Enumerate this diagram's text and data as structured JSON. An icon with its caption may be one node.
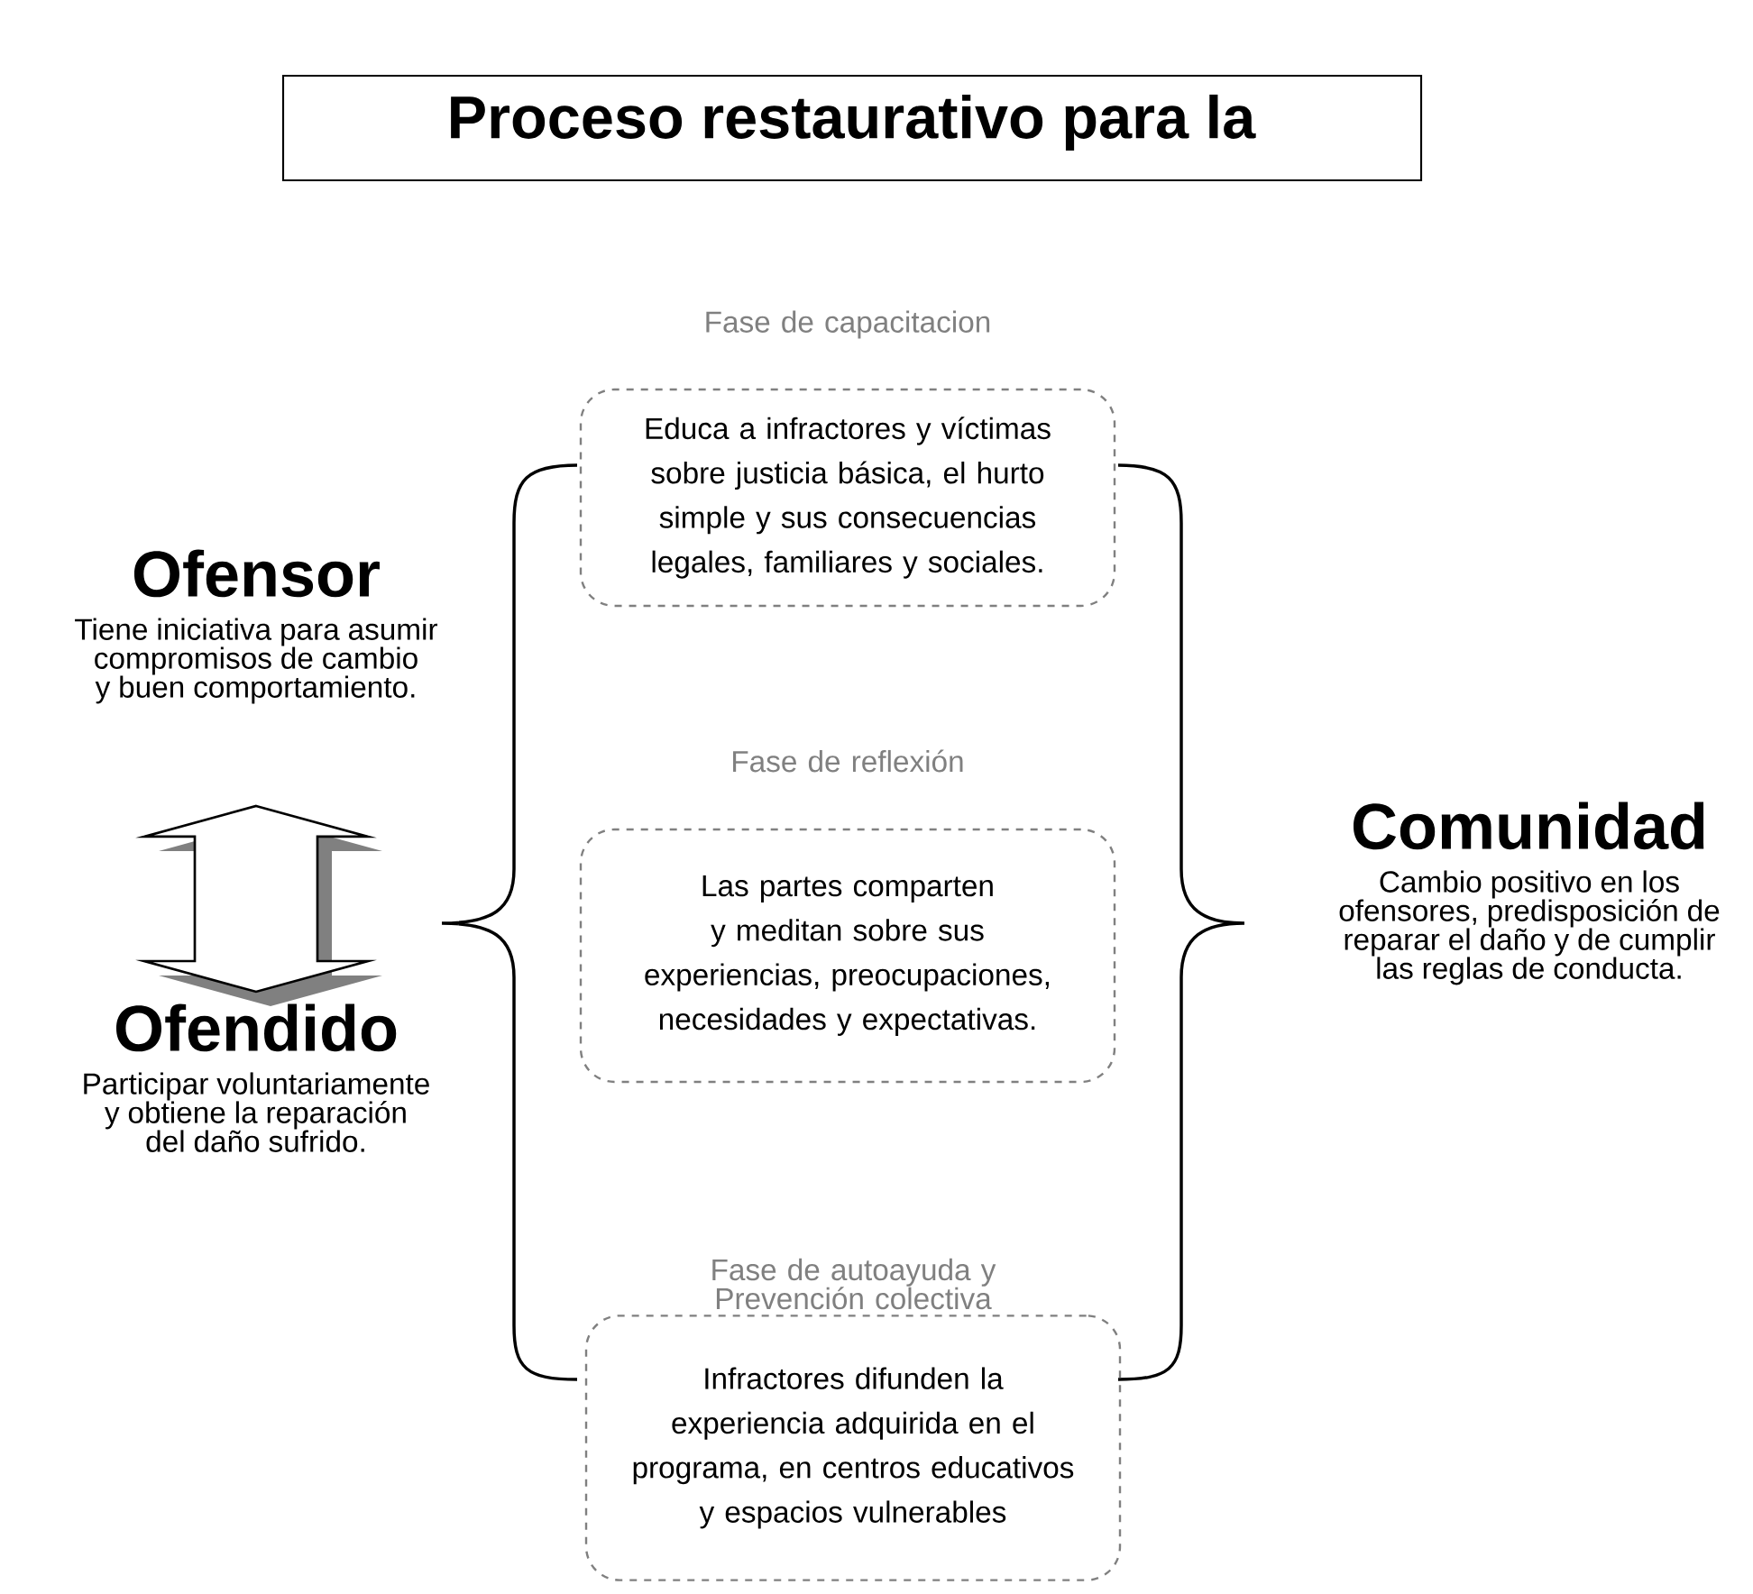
{
  "diagram": {
    "title": "Proceso restaurativo para la",
    "nodes": [
      {
        "text": [
          "Ofensor",
          "Tiene iniciativa para asumir compromisos de cambio y buen comportamiento."
        ]
      },
      {
        "text": [
          "Ofendido",
          "Participar voluntariamente y obtiene la reparación del daño sufrido."
        ]
      },
      {
        "text": [
          "Fase de capacitacion",
          "Educa a infractores y víctimas sobre justicia básica, el hurto simple y sus consecuencias legales, familiares y sociales."
        ]
      },
      {
        "text": [
          "Fase de reflexión",
          "Las partes comparten y meditan sobre sus experiencias, preocupaciones, necesidades y expectativas."
        ]
      },
      {
        "text": [
          "Fase de autoayuda y Prevención colectiva",
          "Infractores difunden la experiencia adquirida en el programa, en centros educativos y espacios vulnerables"
        ]
      },
      {
        "text": [
          "Comunidad",
          "Cambio positivo en los ofensores, predisposición de reparar el daño y de cumplir las reglas de conducta."
        ]
      }
    ],
    "edges": [
      {
        "from": 0,
        "to": 1,
        "arrow": "both"
      }
    ]
  }
}
